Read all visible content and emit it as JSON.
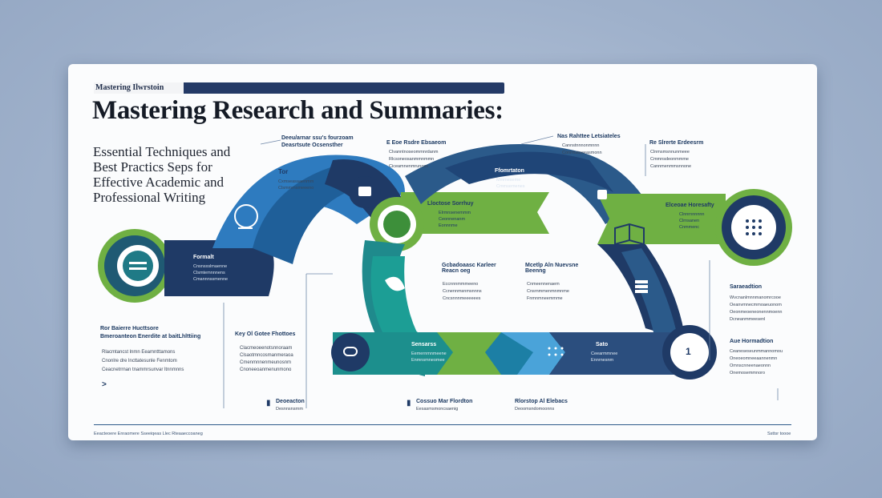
{
  "header": {
    "tag": "Mastering Ilwrstoin"
  },
  "title": "Mastering Research and Summaries:",
  "subtitle": "Essential Techniques and Best Practics Seps for Effective Academic and Professional Writing",
  "labels": {
    "top_left_callout": [
      "Deeu/arnar ssu's fourzoam",
      "Deasrtsute Ocsensther"
    ],
    "tool_label": "Tor",
    "tool_lines": [
      "Cxmseasaaenmm",
      "Clsmmmsmeeeno"
    ],
    "formalt_label": "Formalt",
    "formalt_lines": [
      "Cnsnsxslmaenne",
      "Clsmtemnnnens",
      "Cmannnssmenne"
    ],
    "left_card_title": "Ror Baierre Hucttsore",
    "left_card_sub": "Bmeroanteon Enerdite at baitLhlttiing",
    "left_bullets": [
      "Rlacmtancst lnmn Eeamntttamons",
      "Cnonlre dre lncttatesunle Fenmtom",
      "Ceacnetrrnan tnammrsunvar ltnnmnns"
    ],
    "top_mid_callout": "E Eoe Rsdre Ebsaeom",
    "top_mid_lines": [
      "Clvanntnoseommnrdanm",
      "Rlcsoneosanmmnmmn",
      "Ciceamnenmrunoss"
    ],
    "key_label": "Key Ol Gotee Fhottoes",
    "key_lines": [
      "Clacmeoeenotsnnoraam",
      "Clsaotmncosmanmeraoa",
      "Cmenmnnenmeunosnm",
      "Cnoneeoanmenunmono"
    ],
    "lessons_title": "Lloctose Sorrhuy",
    "lessons_lines": [
      "Elrmnsenemmm",
      "Ceonnenanm",
      "Eonnnme"
    ],
    "formation": "Ffomrtaton",
    "formation_lines": [
      "Mmmeseme",
      "Cmmsemenes"
    ],
    "center_block": "Gcbadoaasc Karleer Reacn oeg",
    "center_block_lines": [
      "Eccnnnmmmeeno",
      "Ccnennmsnmsnnns",
      "Cncsnnnmeeeeees"
    ],
    "mid_right": "Mcetlp Aln Nuevsne Beenng",
    "mid_right_lines": [
      "Cnmeennenaem",
      "Cnsrnmmenmnmnme",
      "Fnmnmneemmme"
    ],
    "top_right_callout": "Nas Rahttee Letsiateles",
    "top_right_lines": [
      "Cannstnnnonmnnn",
      "Conrmstoeeasmonn"
    ],
    "far_right_callout": "Re Slrerte Erdeesrm",
    "far_right_lines": [
      "Clnmsmsnnunmeee",
      "Cmmnsdeonmmme",
      "Cannmenmmsnnone"
    ],
    "green_right_title": "Elceoae Horesafty",
    "green_right_lines": [
      "Clnnrnnnnnn",
      "Clrnsanen",
      "Cnmmenc"
    ],
    "sarisatic": "Saraeadtion",
    "sarisatic_lines": [
      "Wvcnanlmnnmanomrcooe",
      "Oeanvmnecmmoaeuonom",
      "Oeonmeoeneonennmoenn",
      "Dcneanmmeesenl"
    ],
    "aue_title": "Aue Hormadtion",
    "aue_lines": [
      "Ceaneseseunmmannomou",
      "Oneoeomneeaannenmn",
      "Omnscnneenaeonnn",
      "Onemosemmnoro"
    ],
    "bottom_band_left": "Sensarss",
    "bottom_band_left_lines": [
      "Eemernmnmeene",
      "Enmnsmneomee"
    ],
    "bottom_band_right": "Sato",
    "bottom_band_right_lines": [
      "Ceearmmnee",
      "Ennrnesnm"
    ],
    "number_badge": "1",
    "bottom_items": [
      {
        "title": "Deoeacton",
        "sub": "Desnnsnsrnm"
      },
      {
        "title": "Cossuo Mar Flordton",
        "sub": "Eesasmsmoncsaenig"
      },
      {
        "title": "Rlorstop Al Elebacs",
        "sub": "Deoomsndomoonns"
      }
    ],
    "footer_left": "Eeacteoere Enraomere Sseeiqeas Llec Rteaaeccoaneg",
    "footer_right": "Ssttsr toooe"
  },
  "colors": {
    "navy": "#1f3a66",
    "blue": "#2e7bbf",
    "teal": "#1f8a8c",
    "green": "#6fb043",
    "lightblue": "#4aa3d9"
  }
}
